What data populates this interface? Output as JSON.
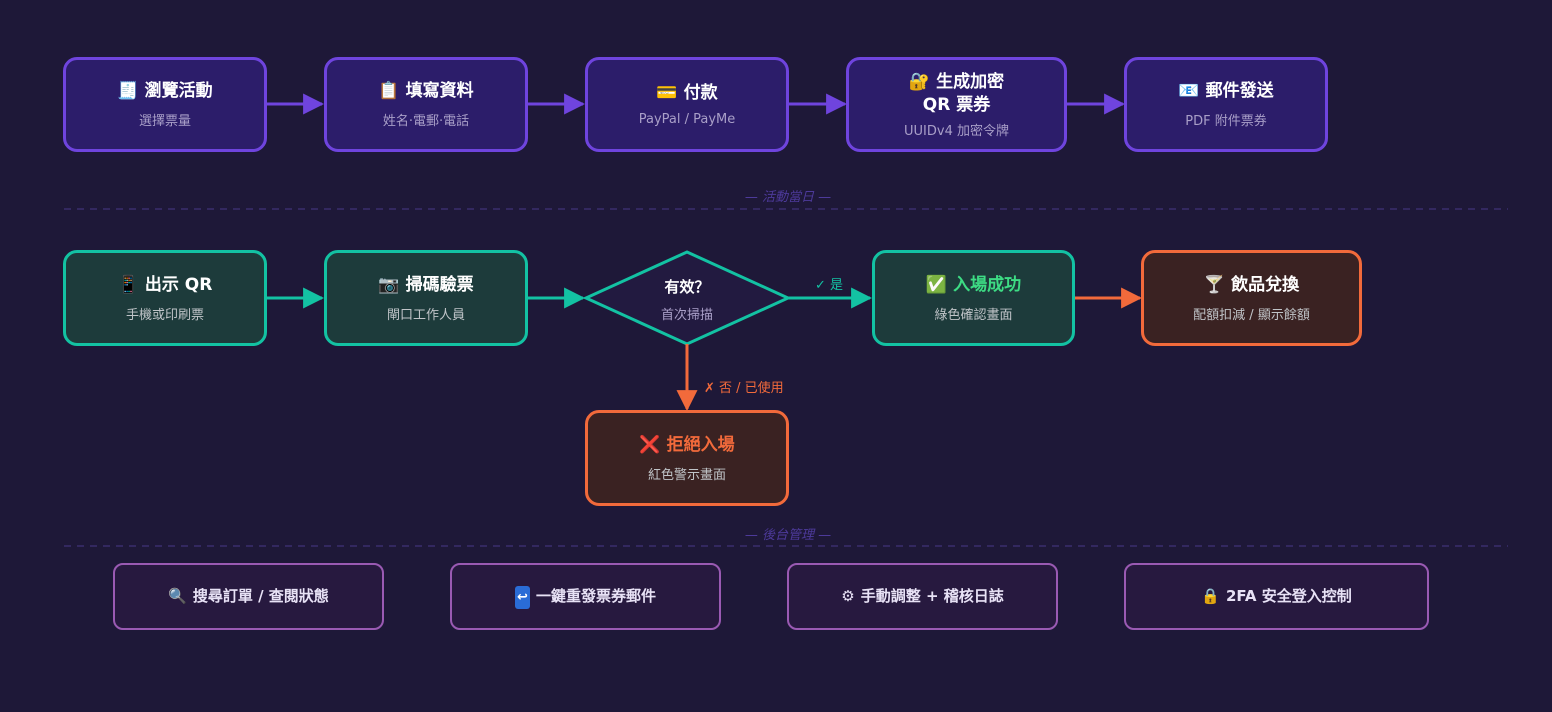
{
  "purchase_flow": [
    {
      "icon": "receipt-icon",
      "glyph": "🧾",
      "title": "瀏覽活動",
      "sub": "選擇票量"
    },
    {
      "icon": "clipboard-icon",
      "glyph": "📋",
      "title": "填寫資料",
      "sub": "姓名·電郵·電話"
    },
    {
      "icon": "credit-card-icon",
      "glyph": "💳",
      "title": "付款",
      "sub": "PayPal / PayMe"
    },
    {
      "icon": "lock-key-icon",
      "glyph": "🔐",
      "title_line1": "生成加密",
      "title_line2": "QR 票券",
      "sub": "UUIDv4 加密令牌"
    },
    {
      "icon": "envelope-icon",
      "glyph": "📧",
      "title": "郵件發送",
      "sub": "PDF 附件票券"
    }
  ],
  "event_day_label": "— 活動當日 —",
  "event_flow": {
    "show_qr": {
      "icon": "mobile-phone-icon",
      "glyph": "📱",
      "title": "出示 QR",
      "sub": "手機或印刷票"
    },
    "scan": {
      "icon": "camera-icon",
      "glyph": "📷",
      "title": "掃碼驗票",
      "sub": "閘口工作人員"
    },
    "decision": {
      "title": "有效？",
      "sub": "首次掃描"
    },
    "yes_label": "✓ 是",
    "no_label": "✗ 否 / 已使用",
    "success": {
      "icon": "check-mark-icon",
      "glyph": "✅",
      "title": "入場成功",
      "sub": "綠色確認畫面"
    },
    "drink": {
      "icon": "cocktail-icon",
      "glyph": "🍸",
      "title": "飲品兌換",
      "sub": "配額扣減 / 顯示餘額"
    },
    "reject": {
      "icon": "cross-mark-icon",
      "glyph": "❌",
      "title": "拒絕入場",
      "sub": "紅色警示畫面"
    }
  },
  "admin_label": "— 後台管理 —",
  "admin_items": [
    {
      "icon": "magnifier-icon",
      "glyph": "🔍",
      "title": "搜尋訂單 / 查閱狀態"
    },
    {
      "icon": "return-arrow-icon",
      "glyph": "↩",
      "title": "一鍵重發票券郵件"
    },
    {
      "icon": "gear-icon",
      "glyph": "⚙",
      "title": "手動調整 + 稽核日誌"
    },
    {
      "icon": "lock-icon",
      "glyph": "🔒",
      "title": "2FA 安全登入控制"
    }
  ],
  "colors": {
    "background": "#1e1838",
    "purple_border": "#6f44de",
    "teal_border": "#13c2a3",
    "orange_border": "#f26a3b",
    "admin_border": "#9a5ab3"
  }
}
